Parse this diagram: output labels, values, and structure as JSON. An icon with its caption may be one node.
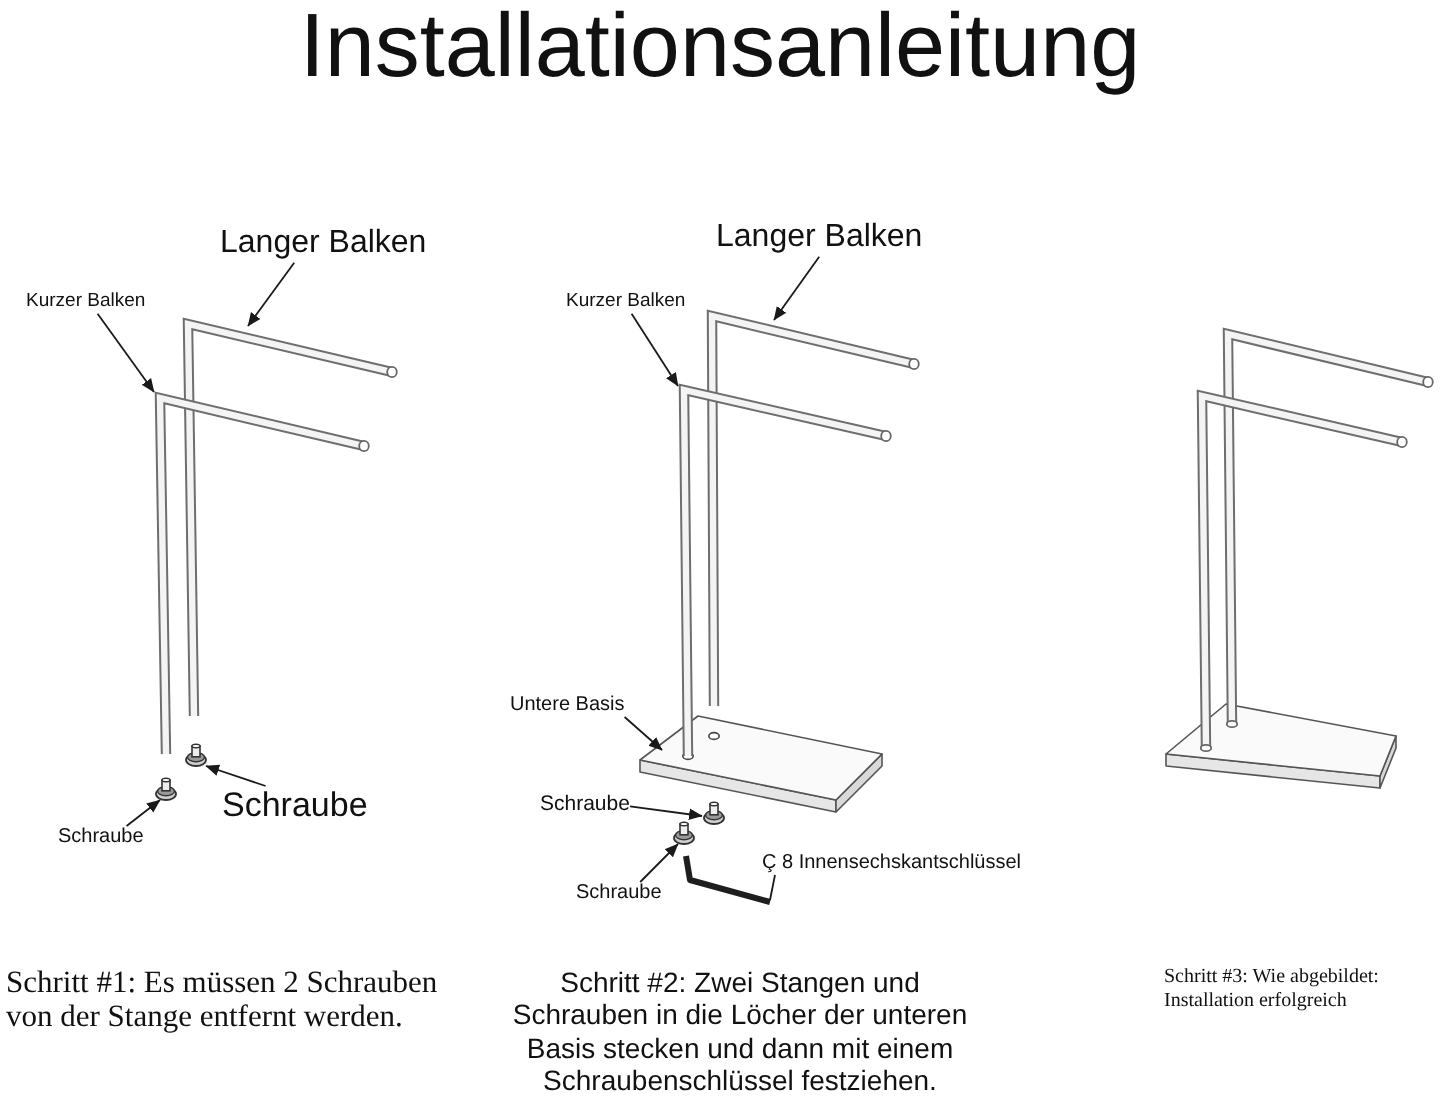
{
  "diagram": {
    "title": "Installationsanleitung",
    "nodes": [
      {
        "text": [
          "Langer Balken"
        ]
      },
      {
        "text": [
          "Kurzer Balken"
        ]
      },
      {
        "text": [
          "Schraube"
        ]
      },
      {
        "text": [
          "Schraube"
        ]
      },
      {
        "text": [
          "Langer Balken"
        ]
      },
      {
        "text": [
          "Kurzer Balken"
        ]
      },
      {
        "text": [
          "Untere Basis"
        ]
      },
      {
        "text": [
          "Schraube"
        ]
      },
      {
        "text": [
          "Ç 8 Innensechskantschlüssel"
        ]
      },
      {
        "text": [
          "Schraube"
        ]
      },
      {
        "text": [],
        "shape": "picture"
      },
      {
        "text": [],
        "shape": "picture"
      },
      {
        "text": [],
        "shape": "picture"
      },
      {
        "text": [],
        "shape": "picture"
      },
      {
        "text": [],
        "shape": "picture"
      },
      {
        "text": [],
        "shape": "picture"
      },
      {
        "text": [],
        "shape": "picture"
      },
      {
        "text": [],
        "shape": "picture"
      },
      {
        "text": [],
        "shape": "picture"
      },
      {
        "text": [],
        "shape": "picture"
      }
    ],
    "edges": [
      {
        "from": 0,
        "to": 10,
        "arrow": "to"
      },
      {
        "from": 1,
        "to": 11,
        "arrow": "to"
      },
      {
        "from": 2,
        "to": 12,
        "arrow": "to"
      },
      {
        "from": 3,
        "to": 13,
        "arrow": "to"
      },
      {
        "from": 4,
        "to": 14,
        "arrow": "to"
      },
      {
        "from": 5,
        "to": 15,
        "arrow": "to"
      },
      {
        "from": 6,
        "to": 16,
        "arrow": "to"
      },
      {
        "from": 7,
        "to": 17,
        "arrow": "to"
      },
      {
        "from": 8,
        "to": 18,
        "arrow": "none"
      },
      {
        "from": 9,
        "to": 19,
        "arrow": "to"
      }
    ],
    "labels": [
      "Schritt #1: Es müssen 2 Schrauben von der Stange entfernt werden.",
      "Schritt #2: Zwei Stangen und Schrauben in die Löcher der unteren Basis stecken und dann mit einem Schraubenschlüssel festziehen.",
      "Schritt #3: Wie abgebildet: Installation erfolgreich"
    ]
  }
}
